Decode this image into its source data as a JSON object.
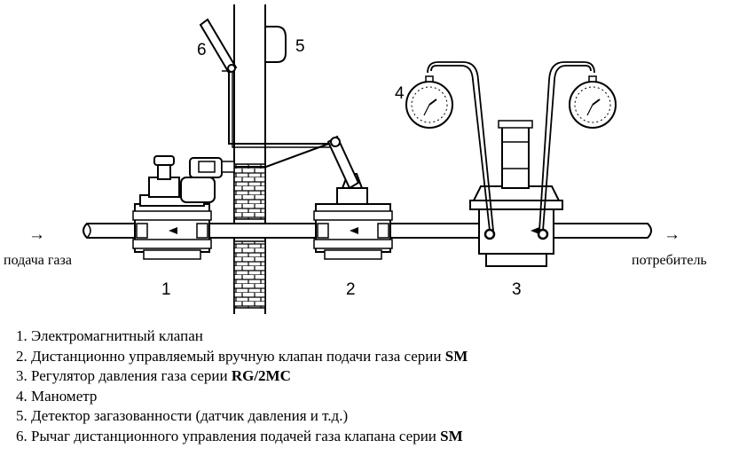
{
  "labels": {
    "inlet": "подача газа",
    "outlet": "потребитель",
    "arrow": "→",
    "n1": "1",
    "n2": "2",
    "n3": "3",
    "n4": "4",
    "n5": "5",
    "n6": "6"
  },
  "legend": [
    {
      "text": "1. Электромагнитный клапан",
      "bold": ""
    },
    {
      "text": "2. Дистанционно управляемый вручную клапан подачи газа серии ",
      "bold": "SM"
    },
    {
      "text": "3. Регулятор давления газа серии ",
      "bold": "RG/2MC"
    },
    {
      "text": "4. Манометр",
      "bold": ""
    },
    {
      "text": "5. Детектор загазованности (датчик давления и т.д.)",
      "bold": ""
    },
    {
      "text": "6. Рычаг дистанционного управления подачей газа клапана серии ",
      "bold": "SM"
    }
  ]
}
